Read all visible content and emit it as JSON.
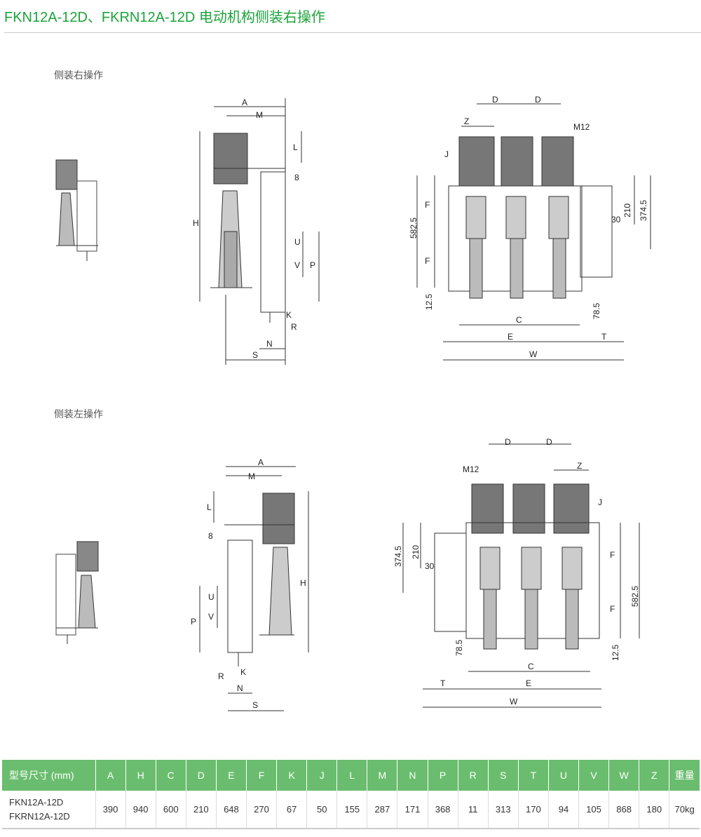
{
  "title": "FKN12A-12D、FKRN12A-12D 电动机构侧装右操作",
  "sections": {
    "right": "侧装右操作",
    "left": "侧装左操作"
  },
  "drawing_labels": {
    "A": "A",
    "M": "M",
    "L": "L",
    "eight": "8",
    "H": "H",
    "U": "U",
    "V": "V",
    "P": "P",
    "K": "K",
    "R": "R",
    "N": "N",
    "S": "S",
    "D": "D",
    "Z": "Z",
    "M12": "M12",
    "J": "J",
    "F": "F",
    "d5825": "582.5",
    "d125": "12.5",
    "d210": "210",
    "d3745": "374.5",
    "d30": "30",
    "d785": "78.5",
    "C": "C",
    "E": "E",
    "T": "T",
    "W": "W"
  },
  "table": {
    "header": [
      "型号尺寸 (mm)",
      "A",
      "H",
      "C",
      "D",
      "E",
      "F",
      "K",
      "J",
      "L",
      "M",
      "N",
      "P",
      "R",
      "S",
      "T",
      "U",
      "V",
      "W",
      "Z",
      "重量"
    ],
    "models": [
      "FKN12A-12D",
      "FKRN12A-12D"
    ],
    "values": [
      "390",
      "940",
      "600",
      "210",
      "648",
      "270",
      "67",
      "50",
      "155",
      "287",
      "171",
      "368",
      "11",
      "313",
      "170",
      "94",
      "105",
      "868",
      "180",
      "70kg"
    ]
  }
}
